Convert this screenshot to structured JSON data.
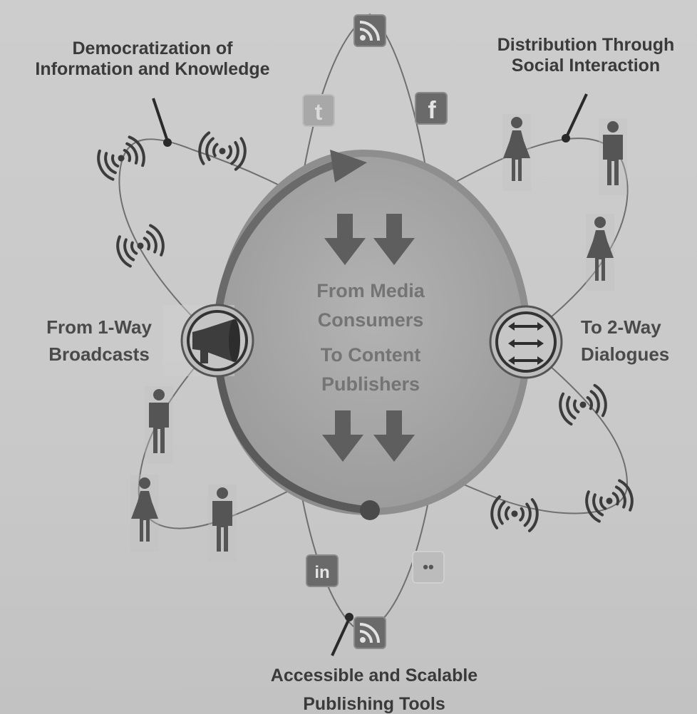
{
  "labels": {
    "top_left": [
      "Democratization of",
      "Information and Knowledge"
    ],
    "top_right": [
      "Distribution Through",
      "Social Interaction"
    ],
    "left": [
      "From 1-Way",
      "Broadcasts"
    ],
    "right": [
      "To 2-Way",
      "Dialogues"
    ],
    "bottom": [
      "Accessible and Scalable",
      "Publishing Tools"
    ]
  },
  "center": [
    "From Media",
    "Consumers",
    "To Content",
    "Publishers"
  ],
  "icons": {
    "megaphone": "megaphone-icon",
    "dialogue": "bidirectional-arrows-icon",
    "rss": "rss-icon",
    "twitter": "twitter-icon",
    "facebook": "facebook-icon",
    "linkedin": "linkedin-icon",
    "flickr": "flickr-icon",
    "person_male": "person-male-icon",
    "person_female": "person-female-icon",
    "broadcast": "broadcast-signal-icon",
    "flow_arrow": "flow-down-arrow-icon"
  },
  "app_glyphs": {
    "twitter": "t",
    "facebook": "f",
    "linkedin": "in",
    "flickr": "••"
  },
  "colors": {
    "background": "#c9c9c9",
    "circle_fill": "#a6a6a6",
    "circle_ring": "#8e8e8e",
    "label_text": "#3a3a3a",
    "center_text": "#747474",
    "icons": "#555555"
  }
}
